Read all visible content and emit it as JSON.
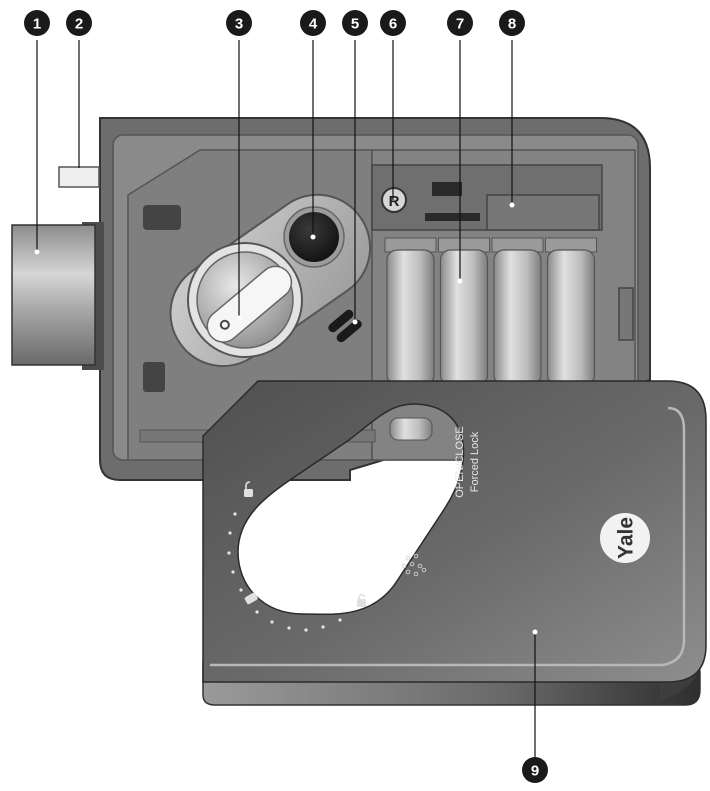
{
  "callouts": [
    {
      "number": "1"
    },
    {
      "number": "2"
    },
    {
      "number": "3"
    },
    {
      "number": "4"
    },
    {
      "number": "5"
    },
    {
      "number": "6"
    },
    {
      "number": "7"
    },
    {
      "number": "8"
    },
    {
      "number": "9"
    }
  ],
  "cover": {
    "line1": "OPEN/CLOSE",
    "line2": "Forced Lock",
    "logo": "Yale"
  },
  "reset_button": {
    "letter": "R"
  },
  "battery_count": 4,
  "colors": {
    "housing": "#6d6d6d",
    "housing_inner": "#8a8a8a",
    "cover_dark": "#4a4a4a",
    "cover_light": "#8e8e8e",
    "logo_bg": "#f2f2f2",
    "callout": "#1a1a1a",
    "leader": "#111111"
  }
}
